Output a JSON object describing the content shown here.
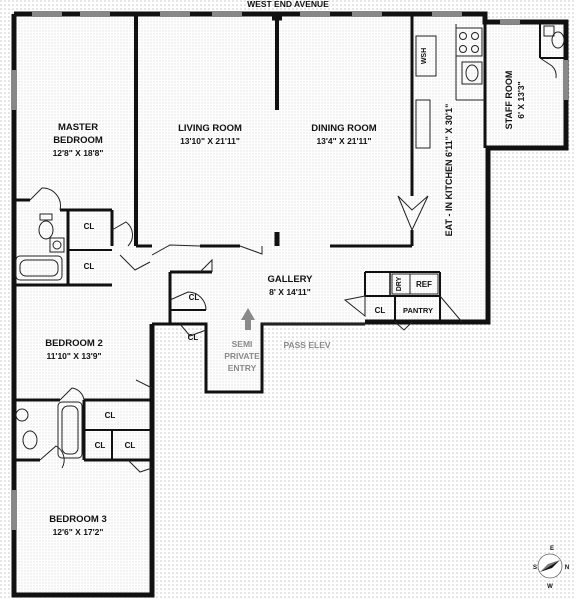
{
  "street": "WEST END AVENUE",
  "rooms": {
    "master_bedroom": {
      "name_line1": "MASTER",
      "name_line2": "BEDROOM",
      "size": "12'8\" X 18'8\""
    },
    "living_room": {
      "name": "LIVING ROOM",
      "size": "13'10\" X 21'11\""
    },
    "dining_room": {
      "name": "DINING  ROOM",
      "size": "13'4\" X 21'11\""
    },
    "kitchen": {
      "name": "EAT - IN KITCHEN  6'11\" X 30'1\""
    },
    "staff_room": {
      "name": "STAFF ROOM",
      "size": "6' X 13'3\""
    },
    "gallery": {
      "name": "GALLERY",
      "size": "8' X 14'11\""
    },
    "bedroom2": {
      "name": "BEDROOM 2",
      "size": "11'10\" X 13'9\""
    },
    "bedroom3": {
      "name": "BEDROOM 3",
      "size": "12'6\" X 17'2\""
    }
  },
  "closets": {
    "label": "CL"
  },
  "fixtures": {
    "wsh": "WSH",
    "dry": "DRY",
    "ref": "REF",
    "pantry": "PANTRY"
  },
  "entry": {
    "line1": "SEMI",
    "line2": "PRIVATE",
    "line3": "ENTRY"
  },
  "elevator": "PASS ELEV",
  "compass": {
    "n": "N",
    "e": "E",
    "s": "S",
    "w": "W"
  }
}
